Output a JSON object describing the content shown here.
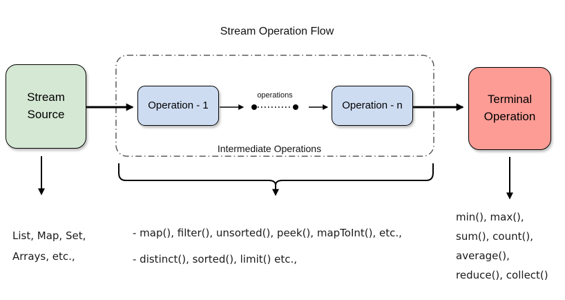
{
  "title": "Stream Operation Flow",
  "colors": {
    "source_fill": "#d5e8d4",
    "operation_fill": "#cedcf2",
    "terminal_fill": "#fd9c95",
    "stroke": "#000000",
    "group_border": "#595959"
  },
  "nodes": {
    "stream_source": "Stream\nSource",
    "operation_1": "Operation - 1",
    "operation_n": "Operation - n",
    "terminal_operation": "Terminal\nOperation"
  },
  "labels": {
    "operations_connector": "operations",
    "intermediate_group": "Intermediate Operations"
  },
  "annotations": {
    "source_examples": [
      "List, Map, Set,",
      "Arrays, etc.,"
    ],
    "intermediate_examples": [
      "- map(), filter(), unsorted(), peek(), mapToInt(), etc.,",
      "- distinct(), sorted(), limit() etc.,"
    ],
    "terminal_examples": [
      "min(), max(),",
      "sum(), count(),",
      "average(),",
      "reduce(), collect()"
    ]
  }
}
